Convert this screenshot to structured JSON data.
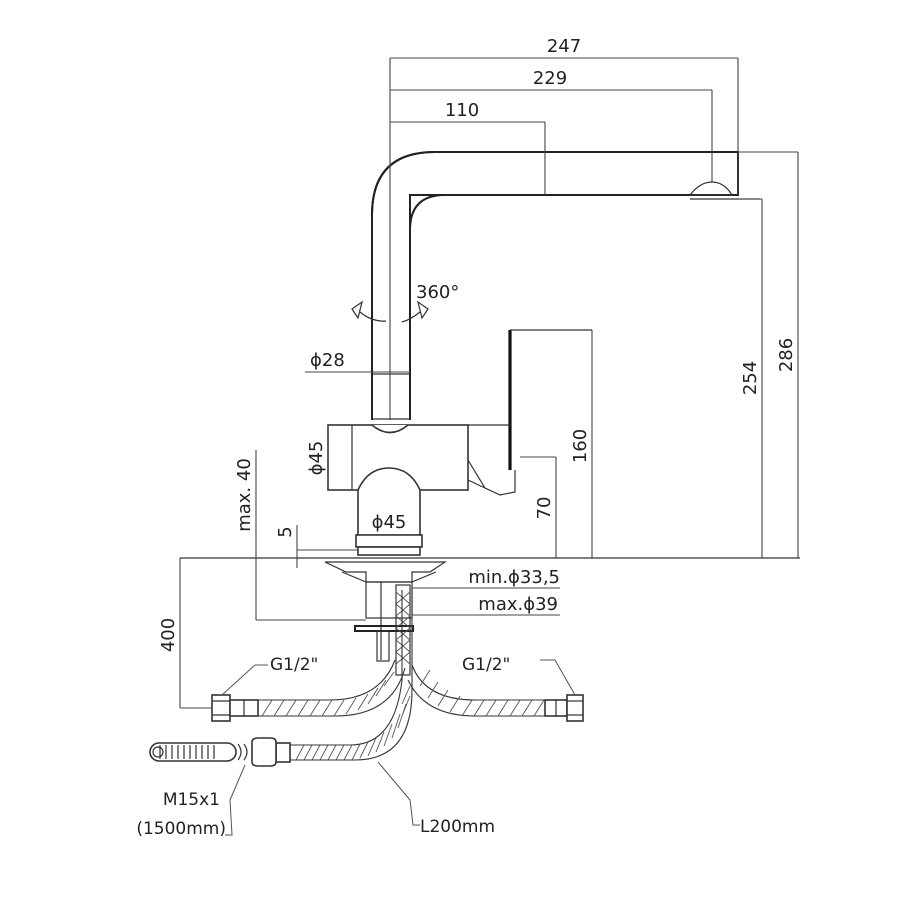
{
  "drawing": {
    "title": "Single-lever kitchen mixer with swivel spout - technical dimension drawing",
    "units": "mm",
    "colors": {
      "line": "#333333",
      "background": "#ffffff"
    }
  },
  "dimensions": {
    "spout_reach_total": "247",
    "spout_reach_outlet": "229",
    "spout_reach_bend": "110",
    "total_height": "286",
    "outlet_height": "254",
    "lever_height": "160",
    "body_height": "70",
    "spout_tube_diameter": "ϕ28",
    "body_diameter_side": "ϕ45",
    "base_diameter": "ϕ45",
    "rotation": "360°",
    "max_deck_thickness": "max. 40",
    "base_plate": "5",
    "hole_min": "min.ϕ33,5",
    "hole_max": "max.ϕ39",
    "hose_drop": "400"
  },
  "callouts": {
    "inlet_left": "G1/2\"",
    "inlet_right": "G1/2\"",
    "pullout_thread": "M15x1",
    "pullout_length": "(1500mm)",
    "hose_length": "L200mm"
  },
  "icons": {
    "rotation_arrows": "swivel-arrow-icon"
  }
}
